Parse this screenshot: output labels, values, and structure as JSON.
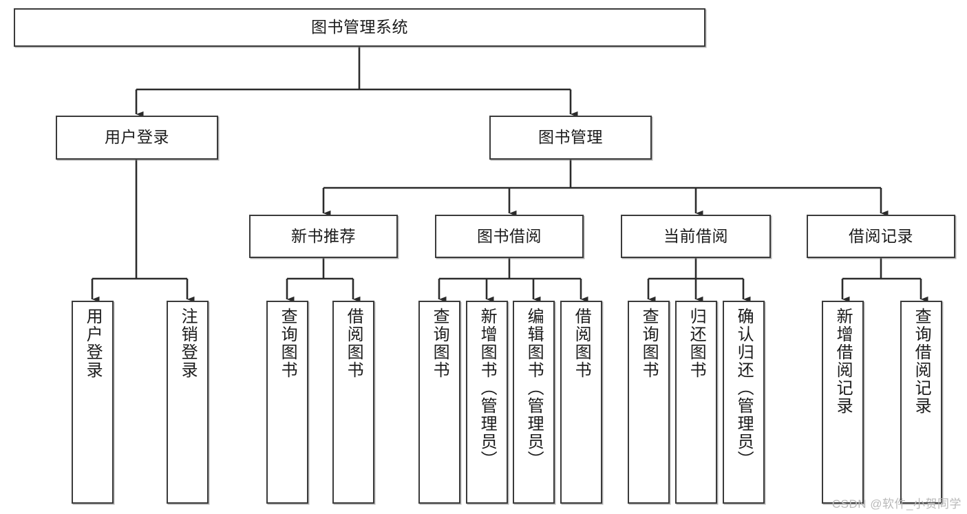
{
  "diagram": {
    "title": "图书管理系统",
    "type": "tree-hierarchy-diagram",
    "watermark": "CSDN @软件_小贺同学",
    "colors": {
      "box_border": "#3a3a3a",
      "box_fill": "#ffffff",
      "edge": "#2b2b2b",
      "text": "#1b1b1b",
      "watermark": "#b9b9b9"
    },
    "nodes": {
      "root": {
        "label": "图书管理系统"
      },
      "level2": [
        {
          "id": "user-login",
          "label": "用户登录"
        },
        {
          "id": "book-manage",
          "label": "图书管理"
        }
      ],
      "level3": [
        {
          "id": "new-book-recommend",
          "label": "新书推荐"
        },
        {
          "id": "book-borrow",
          "label": "图书借阅"
        },
        {
          "id": "current-borrow",
          "label": "当前借阅"
        },
        {
          "id": "borrow-record",
          "label": "借阅记录"
        }
      ],
      "leaves": [
        {
          "id": "leaf-user-login",
          "label": "用户登录",
          "parent": "user-login"
        },
        {
          "id": "leaf-logout-login",
          "label": "注销登录",
          "parent": "user-login"
        },
        {
          "id": "leaf-query-book-1",
          "label": "查询图书",
          "parent": "new-book-recommend"
        },
        {
          "id": "leaf-borrow-book-1",
          "label": "借阅图书",
          "parent": "new-book-recommend"
        },
        {
          "id": "leaf-query-book-2",
          "label": "查询图书",
          "parent": "book-borrow"
        },
        {
          "id": "leaf-add-book",
          "label": "新增图书（管理员）",
          "parent": "book-borrow"
        },
        {
          "id": "leaf-edit-book",
          "label": "编辑图书（管理员）",
          "parent": "book-borrow"
        },
        {
          "id": "leaf-borrow-book-2",
          "label": "借阅图书",
          "parent": "book-borrow"
        },
        {
          "id": "leaf-query-book-3",
          "label": "查询图书",
          "parent": "current-borrow"
        },
        {
          "id": "leaf-return-book",
          "label": "归还图书",
          "parent": "current-borrow"
        },
        {
          "id": "leaf-confirm-return",
          "label": "确认归还（管理员）",
          "parent": "current-borrow"
        },
        {
          "id": "leaf-add-record",
          "label": "新增借阅记录",
          "parent": "borrow-record"
        },
        {
          "id": "leaf-query-record",
          "label": "查询借阅记录",
          "parent": "borrow-record"
        }
      ]
    }
  }
}
